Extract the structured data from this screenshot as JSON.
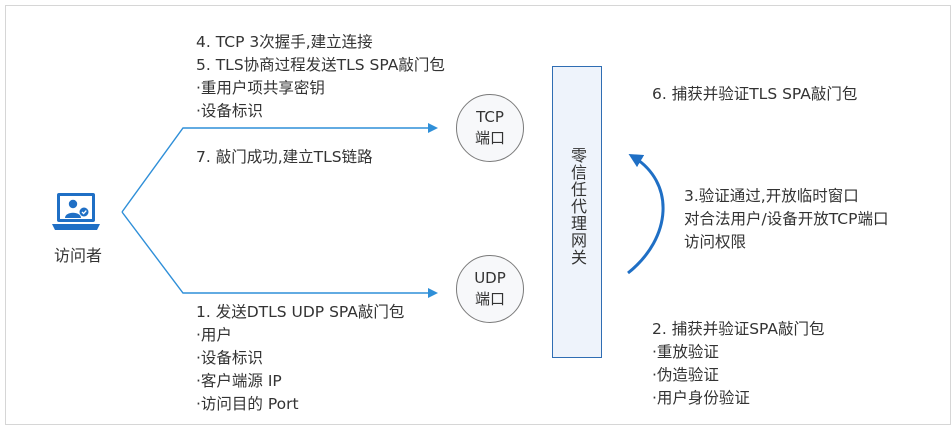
{
  "actor": {
    "label": "访问者",
    "icon": "laptop-user-icon"
  },
  "ports": {
    "tcp": {
      "line1": "TCP",
      "line2": "端口"
    },
    "udp": {
      "line1": "UDP",
      "line2": "端口"
    }
  },
  "gateway": {
    "label": "零信任代理网关"
  },
  "steps": {
    "top_left": [
      "4. TCP 3次握手,建立连接",
      "5. TLS协商过程发送TLS SPA敲门包",
      "·重用户项共享密钥",
      "·设备标识"
    ],
    "step7": "7. 敲门成功,建立TLS链路",
    "step6": "6. 捕获并验证TLS SPA敲门包",
    "step3": [
      "3.验证通过,开放临时窗口",
      "对合法用户/设备开放TCP端口",
      "访问权限"
    ],
    "bottom_left": [
      "1. 发送DTLS UDP SPA敲门包",
      "·用户",
      "·设备标识",
      "·客户端源 IP",
      "·访问目的 Port"
    ],
    "bottom_right": [
      "2. 捕获并验证SPA敲门包",
      "·重放验证",
      "·伪造验证",
      "·用户身份验证"
    ]
  },
  "colors": {
    "arrow": "#2f8fd8",
    "icon": "#1f6fc5",
    "gateway_border": "#2f6db3"
  }
}
